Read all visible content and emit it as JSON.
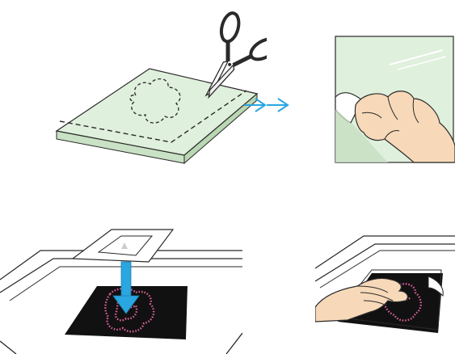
{
  "colors": {
    "mint": "#dff0dc",
    "mint_dark": "#c6dfc2",
    "outline": "#2a2a2a",
    "arrow_blue": "#2aa6e0",
    "skin": "#f7d9b9",
    "skin_shadow": "#e7b892",
    "board_black": "#111111",
    "rhinestone_pink": "#e0629e"
  },
  "steps": [
    {
      "name": "cut-sheet",
      "icon": "scissors-icon"
    },
    {
      "name": "peel-backing",
      "icon": "peel-hand-icon"
    },
    {
      "name": "place-sheet",
      "icon": "down-arrow-icon"
    },
    {
      "name": "press-sheet",
      "icon": "pressing-hand-icon"
    }
  ]
}
